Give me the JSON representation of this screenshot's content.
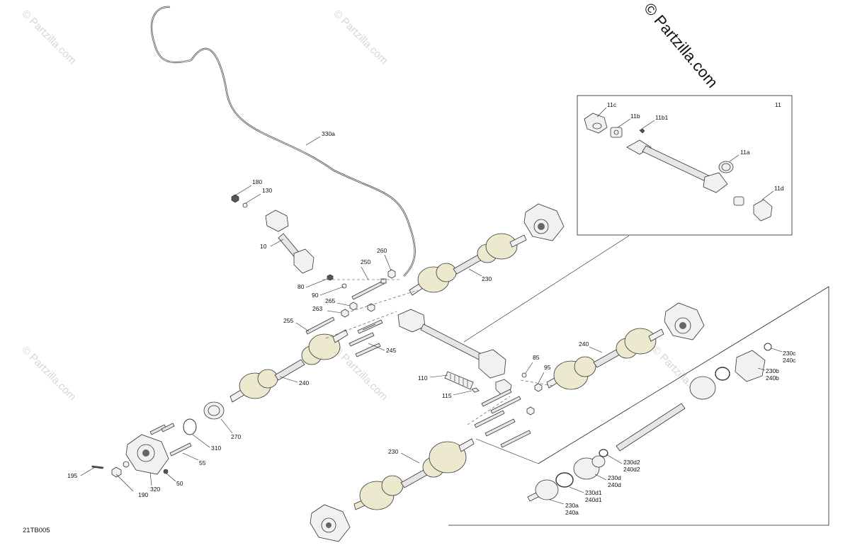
{
  "diagram_code": "21TB005",
  "watermark": {
    "corner": "© Partzilla.com",
    "tile": "© Partzilla.com"
  },
  "labels": {
    "l330a": "330a",
    "l180": "180",
    "l130": "130",
    "l10": "10",
    "l80": "80",
    "l90": "90",
    "l250": "250",
    "l260": "260",
    "l265": "265",
    "l263": "263",
    "l255": "255",
    "l245": "245",
    "l240_left": "240",
    "l230_top": "230",
    "l240_right": "240",
    "l85": "85",
    "l95": "95",
    "l110": "110",
    "l115": "115",
    "l270": "270",
    "l310": "310",
    "l55": "55",
    "l195": "195",
    "l190": "190",
    "l320": "320",
    "l50": "50",
    "l230_bottom": "230",
    "l230c": "230c",
    "l240c": "240c",
    "l230b": "230b",
    "l240b": "240b",
    "l230d2": "230d2",
    "l240d2": "240d2",
    "l230d": "230d",
    "l240d": "240d",
    "l230d1": "230d1",
    "l240d1": "240d1",
    "l230a": "230a",
    "l240a": "240a",
    "l11": "11",
    "l11c": "11c",
    "l11b": "11b",
    "l11b1": "11b1",
    "l11a": "11a",
    "l11d": "11d"
  }
}
